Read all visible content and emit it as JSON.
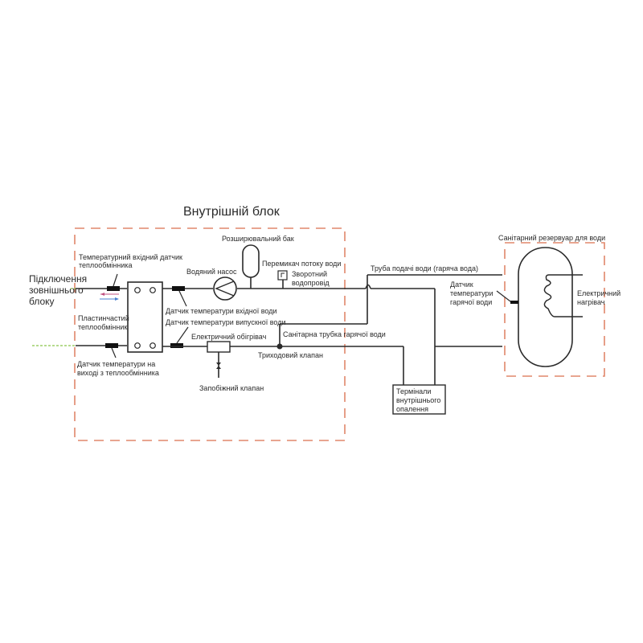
{
  "title": "Внутрішній блок",
  "colors": {
    "line": "#2a2a2a",
    "boundary": "#e0876b",
    "external_link": "#8bc34a",
    "arrow_hot": "#c05080",
    "arrow_cold": "#4a7fd0",
    "sensor": "#111111"
  },
  "labels": {
    "outdoor_connection": [
      "Підключення",
      "зовнішнього",
      "блоку"
    ],
    "hx_inlet_sensor": [
      "Температурний вхідний датчик",
      "теплообмінника"
    ],
    "plate_hx": [
      "Пластинчастий",
      "теплообмінник"
    ],
    "hx_outlet_sensor": [
      "Датчик температури на",
      "виході з теплообмінника"
    ],
    "water_pump": "Водяний насос",
    "expansion_tank": "Розширювальний бак",
    "flow_switch": "Перемикач потоку води",
    "return_line": [
      "Зворотний",
      "водопровід"
    ],
    "inlet_water_sensor": "Датчик температури вхідної води",
    "outlet_water_sensor": "Датчик температури випускної води",
    "electric_heater": "Електричний обігрівач",
    "safety_valve": "Запобіжний клапан",
    "three_way_valve": "Триходовий клапан",
    "sanitary_hot_pipe": "Санітарна трубка гарячої води",
    "supply_pipe": "Труба подачі води (гаряча вода)",
    "hot_water_sensor": [
      "Датчик",
      "температури",
      "гарячої води"
    ],
    "sanitary_tank": "Санітарний резервуар для води",
    "tank_heater": [
      "Електричний",
      "нагрівач"
    ],
    "indoor_terminals": [
      "Термінали",
      "внутрішнього",
      "опалення"
    ]
  }
}
